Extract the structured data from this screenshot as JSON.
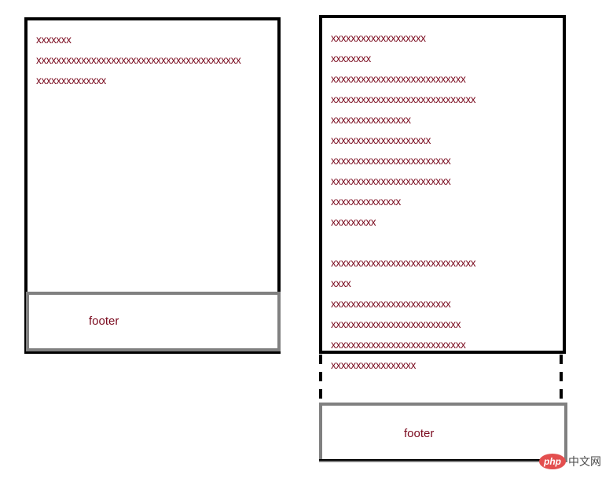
{
  "left_diagram": {
    "lines": [
      "xxxxxxx",
      "xxxxxxxxxxxxxxxxxxxxxxxxxxxxxxxxxxxxxxxxx",
      "xxxxxxxxxxxxxx"
    ],
    "footer_label": "footer"
  },
  "right_diagram": {
    "lines_top": [
      "xxxxxxxxxxxxxxxxxxx",
      "xxxxxxxx",
      "xxxxxxxxxxxxxxxxxxxxxxxxxxx",
      "xxxxxxxxxxxxxxxxxxxxxxxxxxxxx",
      "xxxxxxxxxxxxxxxx",
      "xxxxxxxxxxxxxxxxxxxx",
      "xxxxxxxxxxxxxxxxxxxxxxxx",
      "xxxxxxxxxxxxxxxxxxxxxxxx",
      "xxxxxxxxxxxxxx",
      "xxxxxxxxx"
    ],
    "lines_bottom": [
      "xxxxxxxxxxxxxxxxxxxxxxxxxxxxx",
      "xxxx",
      "xxxxxxxxxxxxxxxxxxxxxxxx",
      "xxxxxxxxxxxxxxxxxxxxxxxxxx",
      "xxxxxxxxxxxxxxxxxxxxxxxxxxx",
      "xxxxxxxxxxxxxxxxx"
    ],
    "footer_label": "footer"
  },
  "watermark": {
    "logo": "php",
    "site": "中文网"
  },
  "colors": {
    "text": "#7a0a1e",
    "content_border": "#000000",
    "footer_border": "#808080"
  }
}
